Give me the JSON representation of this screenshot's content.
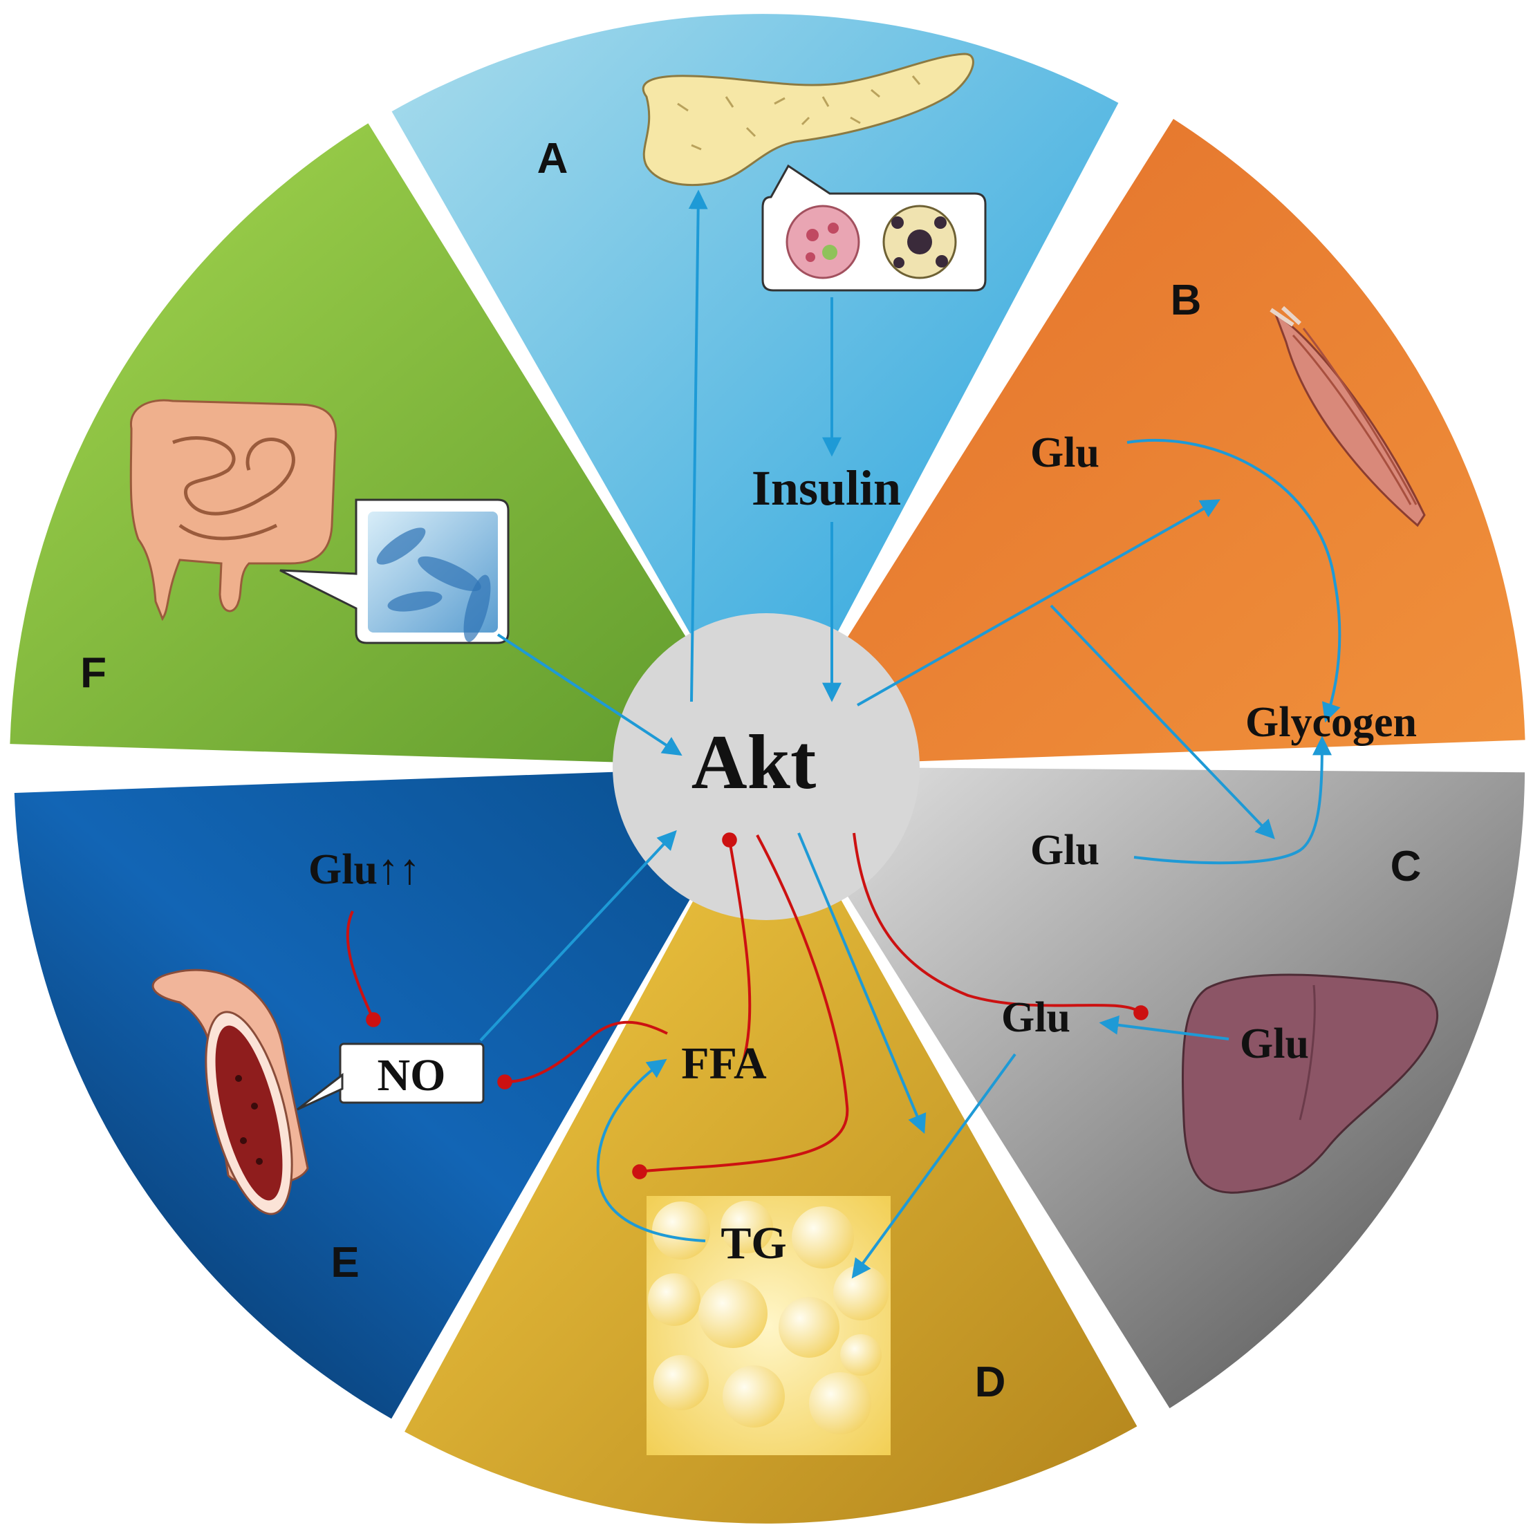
{
  "center": {
    "label": "Akt"
  },
  "sectors": [
    {
      "letter": "A",
      "color": "#4fb3e3"
    },
    {
      "letter": "B",
      "color": "#e87a2e"
    },
    {
      "letter": "C",
      "color": "#9a9a9a"
    },
    {
      "letter": "D",
      "color": "#e8b930"
    },
    {
      "letter": "E",
      "color": "#0c5fa8"
    },
    {
      "letter": "F",
      "color": "#86c23e"
    }
  ],
  "labels": {
    "insulin": "Insulin",
    "glu_b": "Glu",
    "glycogen": "Glycogen",
    "glu_c": "Glu",
    "glu_liver_left": "Glu",
    "glu_liver_right": "Glu",
    "glu_e": "Glu↑↑",
    "no": "NO",
    "ffa": "FFA",
    "tg": "TG"
  },
  "icons": [
    "pancreas-icon",
    "islet-cells-icon",
    "muscle-icon",
    "liver-icon",
    "adipose-tissue-icon",
    "blood-vessel-icon",
    "intestine-icon",
    "bacteria-icon"
  ],
  "colors": {
    "activation_arrow": "#1e9ad6",
    "inhibition_line": "#cc1111"
  }
}
